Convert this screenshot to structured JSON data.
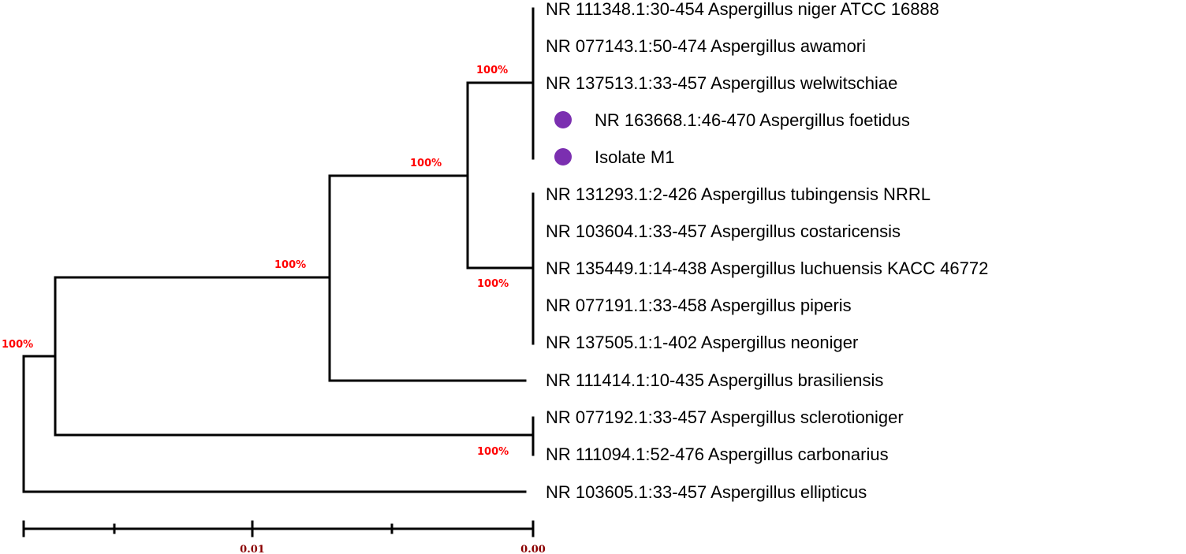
{
  "colors": {
    "branch": "#000000",
    "support_label": "#ff0000",
    "marker": "#7b2fb0",
    "scale_label": "#8b0000"
  },
  "taxa": [
    {
      "label": "NR 111348.1:30-454 Aspergillus niger ATCC 16888",
      "marker": false
    },
    {
      "label": "NR 077143.1:50-474 Aspergillus awamori",
      "marker": false
    },
    {
      "label": "NR 137513.1:33-457 Aspergillus welwitschiae",
      "marker": false
    },
    {
      "label": "NR 163668.1:46-470 Aspergillus foetidus",
      "marker": true,
      "marker_icon": "purple-circle-icon"
    },
    {
      "label": "Isolate M1",
      "marker": true,
      "marker_icon": "purple-circle-icon"
    },
    {
      "label": "NR 131293.1:2-426 Aspergillus tubingensis NRRL",
      "marker": false
    },
    {
      "label": "NR 103604.1:33-457 Aspergillus costaricensis",
      "marker": false
    },
    {
      "label": "NR 135449.1:14-438 Aspergillus luchuensis KACC 46772",
      "marker": false
    },
    {
      "label": "NR 077191.1:33-458 Aspergillus piperis",
      "marker": false
    },
    {
      "label": "NR 137505.1:1-402 Aspergillus neoniger",
      "marker": false
    },
    {
      "label": "NR 111414.1:10-435 Aspergillus brasiliensis",
      "marker": false
    },
    {
      "label": "NR 077192.1:33-457 Aspergillus sclerotioniger",
      "marker": false
    },
    {
      "label": "NR 111094.1:52-476 Aspergillus carbonarius",
      "marker": false
    },
    {
      "label": "NR 103605.1:33-457 Aspergillus ellipticus",
      "marker": false
    }
  ],
  "bootstrap": {
    "niger_clade": "100%",
    "tubingensis_clade": "100%",
    "inner_clade": "100%",
    "niger_brasiliensis_clade": "100%",
    "sclerotioniger_carbonarius_clade": "100%",
    "root": "100%"
  },
  "scale_bar": {
    "labels": [
      "0.01",
      "0.00"
    ]
  }
}
